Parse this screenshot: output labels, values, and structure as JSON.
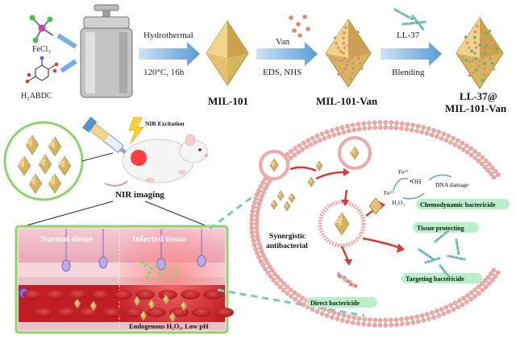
{
  "synthesis": {
    "fecl3": "FeCl₃",
    "h2abdc": "H₂ABDC",
    "step1_line1": "Hydrothermal",
    "step1_line2": "120°C, 16h",
    "product1": "MIL-101",
    "step2_line1": "Van",
    "step2_line2": "EDS, NHS",
    "product2": "MIL-101-Van",
    "step3_line1": "LL-37",
    "step3_line2": "Blending",
    "product3_line1": "LL-37@",
    "product3_line2": "MIL-101-Van"
  },
  "imaging": {
    "excitation": "NIR Excitation",
    "imaging_label": "NIR imaging"
  },
  "tissue": {
    "normal": "Normal tissue",
    "infected": "Infected tissue",
    "conditions": "Endogenous H₂O₂, Low pH"
  },
  "bacterium": {
    "synergistic_line1": "Synergistic",
    "synergistic_line2": "antibacterial",
    "fe3": "Fe³⁺",
    "fe2": "Fe²⁺",
    "h2o2": "H₂O₂",
    "oh": "•OH",
    "dna_damage": "DNA damage",
    "chemodynamic": "Chemodynamic bactericide",
    "tissue_protecting": "Tissue protecting",
    "targeting": "Targeting bactericide",
    "direct": "Direct bactericide"
  },
  "colors": {
    "arrow_blue": "#5b9bd5",
    "octahedron_gold": "#e0c27a",
    "membrane_pink": "#f2a7a7",
    "label_green": "#b9f0c9",
    "frame_green": "#8fd46a",
    "red_arrow": "#d83a3a"
  }
}
